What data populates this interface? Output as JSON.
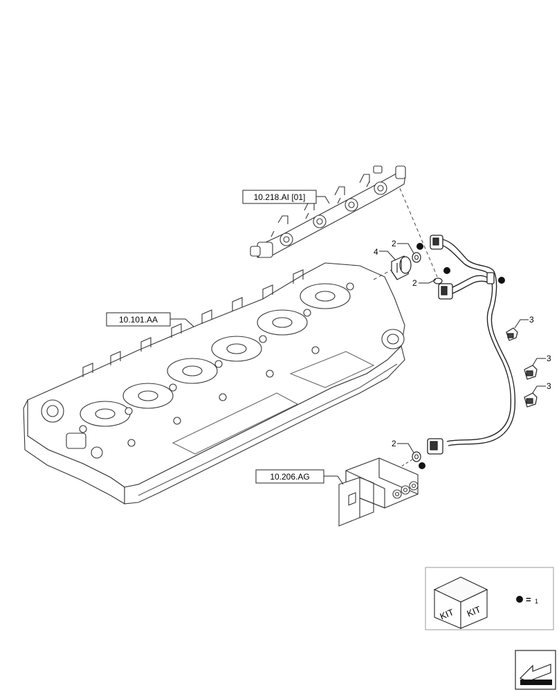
{
  "references": {
    "fuel_rail": "10.218.AI [01]",
    "cylinder_head": "10.101.AA",
    "bracket": "10.206.AG"
  },
  "callouts": {
    "washer_top": "2",
    "sensor": "4",
    "washer_mid": "2",
    "clip_a": "3",
    "clip_b": "3",
    "clip_c": "3",
    "washer_bottom": "2"
  },
  "kit": {
    "cube_left_label": "KIT",
    "cube_right_label": "KIT",
    "legend_quantity": "1",
    "legend_symbol": "="
  },
  "colors": {
    "line": "#222222",
    "light_line": "#555555",
    "dot": "#111111",
    "box_border": "#999999"
  }
}
